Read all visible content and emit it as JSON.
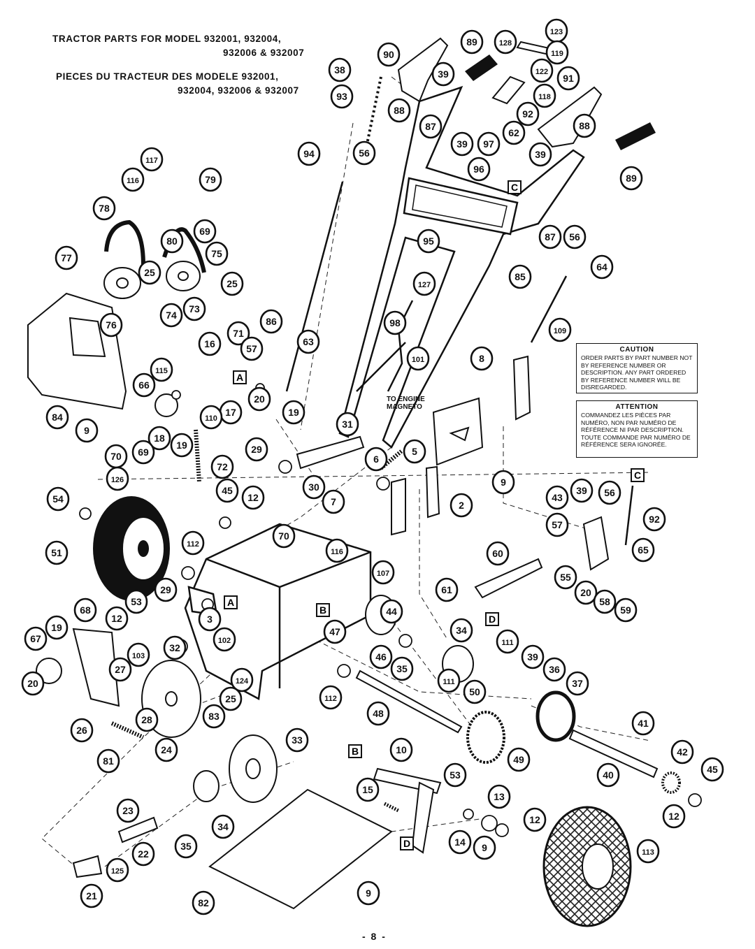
{
  "title": {
    "en_line1": "TRACTOR PARTS FOR MODEL 932001, 932004,",
    "en_line2": "932006 & 932007",
    "fr_line1": "PIECES DU TRACTEUR DES MODELE 932001,",
    "fr_line2": "932004, 932006 & 932007"
  },
  "caution": {
    "heading": "CAUTION",
    "text": "ORDER PARTS BY PART NUMBER NOT BY REFERENCE NUMBER OR DESCRIPTION. ANY PART ORDERED BY REFERENCE NUMBER WILL BE DISREGARDED."
  },
  "attention": {
    "heading": "ATTENTION",
    "text": "COMMANDEZ LES PIÈCES PAR NUMÉRO, NON PAR NUMÉRO DE RÉFÉRENCE NI PAR DESCRIPTION. TOUTE COMMANDE PAR NUMÉRO DE RÉFÉRENCE SERA IGNORÉE."
  },
  "engine_label": {
    "line1": "TO ENGINE",
    "line2": "MAGNETO"
  },
  "page_number": "- 8 -",
  "callout_numbers": [
    "123",
    "89",
    "128",
    "119",
    "90",
    "38",
    "39",
    "122",
    "93",
    "91",
    "118",
    "88",
    "92",
    "87",
    "88",
    "62",
    "39",
    "97",
    "56",
    "39",
    "94",
    "89",
    "96",
    "117",
    "116",
    "79",
    "87",
    "56",
    "78",
    "69",
    "80",
    "95",
    "75",
    "77",
    "25",
    "64",
    "85",
    "127",
    "25",
    "74",
    "73",
    "76",
    "98",
    "109",
    "86",
    "71",
    "63",
    "16",
    "57",
    "101",
    "8",
    "115",
    "66",
    "20",
    "84",
    "17",
    "110",
    "9",
    "18",
    "19",
    "19",
    "72",
    "69",
    "70",
    "31",
    "29",
    "6",
    "5",
    "9",
    "126",
    "30",
    "7",
    "2",
    "45",
    "54",
    "12",
    "43",
    "39",
    "56",
    "92",
    "57",
    "70",
    "116",
    "112",
    "51",
    "107",
    "65",
    "60",
    "55",
    "20",
    "58",
    "59",
    "61",
    "53",
    "29",
    "3",
    "12",
    "68",
    "19",
    "47",
    "44",
    "67",
    "32",
    "102",
    "34",
    "111",
    "103",
    "46",
    "35",
    "39",
    "36",
    "27",
    "124",
    "25",
    "37",
    "20",
    "28",
    "83",
    "111",
    "112",
    "50",
    "48",
    "41",
    "26",
    "24",
    "81",
    "49",
    "42",
    "33",
    "10",
    "40",
    "45",
    "53",
    "15",
    "13",
    "12",
    "14",
    "12",
    "23",
    "34",
    "9",
    "113",
    "35",
    "22",
    "125",
    "21",
    "9",
    "82"
  ],
  "assembly_markers": [
    "A",
    "A",
    "B",
    "B",
    "C",
    "C",
    "D",
    "D"
  ]
}
